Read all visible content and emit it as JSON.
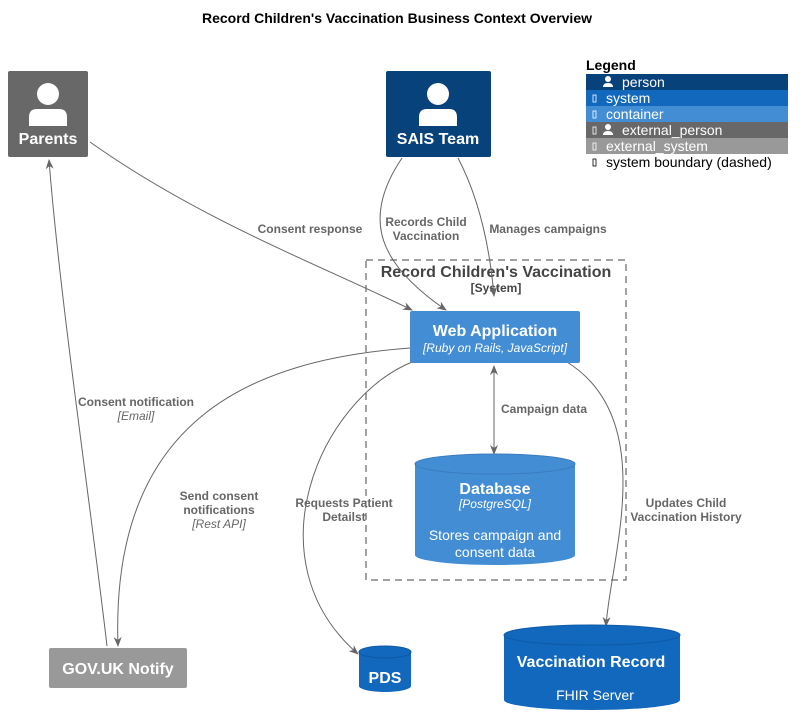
{
  "title": "Record Children's Vaccination Business Context Overview",
  "colors": {
    "person": "#08427b",
    "system": "#1168bd",
    "container": "#438dd5",
    "external_person": "#686868",
    "external_system": "#999999",
    "arrow": "#666666"
  },
  "nodes": {
    "parents": {
      "label": "Parents",
      "icon": "person-icon"
    },
    "sais_team": {
      "label": "SAIS Team",
      "icon": "person-icon"
    },
    "web_app": {
      "label": "Web Application",
      "tech": "[Ruby on Rails, JavaScript]"
    },
    "database": {
      "label": "Database",
      "tech": "[PostgreSQL]",
      "desc_line1": "Stores campaign and",
      "desc_line2": "consent data"
    },
    "gov_notify": {
      "label": "GOV.UK Notify"
    },
    "pds": {
      "label": "PDS"
    },
    "vacc_record": {
      "label": "Vaccination Record",
      "desc": "FHIR Server"
    }
  },
  "boundary": {
    "title": "Record Children's Vaccination",
    "type": "[System]"
  },
  "relations": {
    "consent_response": {
      "label": "Consent response"
    },
    "records_child": {
      "line1": "Records Child",
      "line2": "Vaccination"
    },
    "manages_campaigns": {
      "label": "Manages campaigns"
    },
    "campaign_data": {
      "label": "Campaign data"
    },
    "consent_notification": {
      "label": "Consent notification",
      "tech": "[Email]"
    },
    "send_consent": {
      "line1": "Send consent",
      "line2": "notifications",
      "tech": "[Rest API]"
    },
    "requests_patient": {
      "line1": "Requests Patient",
      "line2": "Detailst"
    },
    "updates_child": {
      "line1": "Updates Child",
      "line2": "Vaccination History"
    }
  },
  "legend": {
    "title": "Legend",
    "items": [
      {
        "label": "person",
        "icon": "person-icon"
      },
      {
        "label": "system"
      },
      {
        "label": "container"
      },
      {
        "label": "external_person",
        "icon": "person-icon"
      },
      {
        "label": "external_system"
      },
      {
        "label": "system boundary (dashed)"
      }
    ]
  }
}
